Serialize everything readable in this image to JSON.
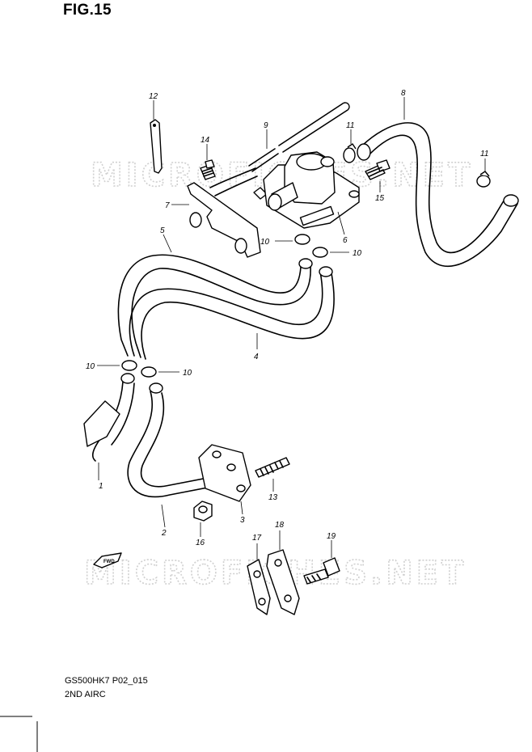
{
  "figure": {
    "title": "FIG.15",
    "model_code": "GS500HK7 P02_015",
    "subtitle": "2ND AIRC",
    "watermark_text": "MICROFICHES.NET",
    "fwd_label": "FWD"
  },
  "parts": [
    {
      "id": "1",
      "label": "1"
    },
    {
      "id": "2",
      "label": "2"
    },
    {
      "id": "3",
      "label": "3"
    },
    {
      "id": "4",
      "label": "4"
    },
    {
      "id": "5",
      "label": "5"
    },
    {
      "id": "6",
      "label": "6"
    },
    {
      "id": "7",
      "label": "7"
    },
    {
      "id": "8",
      "label": "8"
    },
    {
      "id": "9",
      "label": "9"
    },
    {
      "id": "10a",
      "label": "10"
    },
    {
      "id": "10b",
      "label": "10"
    },
    {
      "id": "10c",
      "label": "10"
    },
    {
      "id": "10d",
      "label": "10"
    },
    {
      "id": "11a",
      "label": "11"
    },
    {
      "id": "11b",
      "label": "11"
    },
    {
      "id": "12",
      "label": "12"
    },
    {
      "id": "13",
      "label": "13"
    },
    {
      "id": "14",
      "label": "14"
    },
    {
      "id": "15",
      "label": "15"
    },
    {
      "id": "16",
      "label": "16"
    },
    {
      "id": "17",
      "label": "17"
    },
    {
      "id": "18",
      "label": "18"
    },
    {
      "id": "19",
      "label": "19"
    }
  ],
  "colors": {
    "line": "#000000",
    "background": "#ffffff",
    "watermark": "#d0d0d0"
  }
}
